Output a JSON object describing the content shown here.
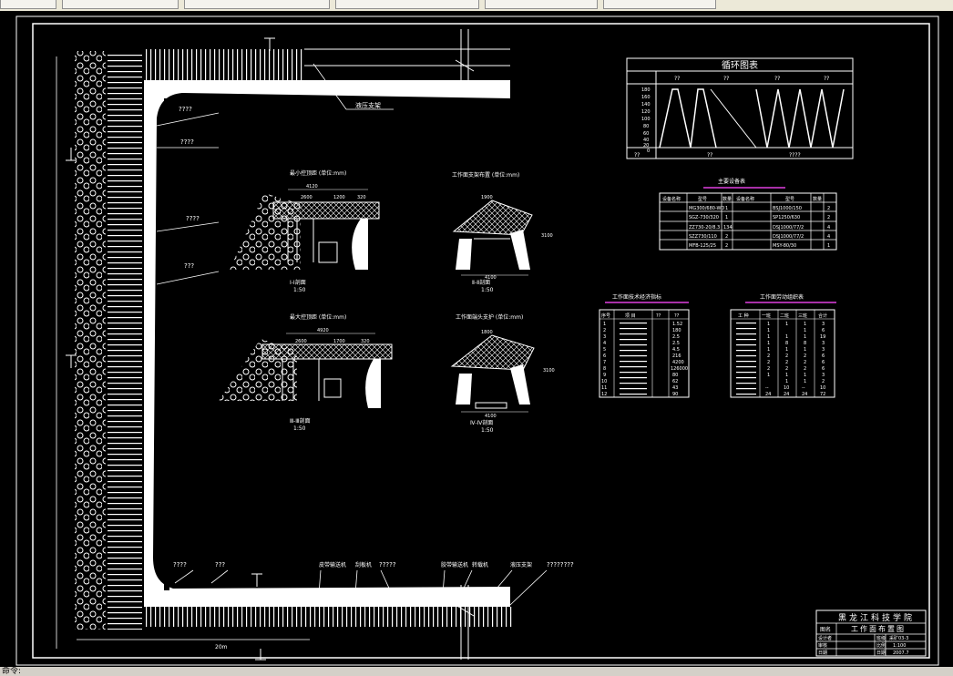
{
  "window": {
    "tabs": [
      "",
      "",
      "",
      "",
      "",
      ""
    ],
    "status_text": "命令:"
  },
  "drawing": {
    "left_labels": [
      "????",
      "????",
      "????",
      "???"
    ],
    "bottom_labels": [
      "????",
      "???",
      "皮带输送机",
      "刮板机",
      "?????",
      "胶带输送机",
      "转载机",
      "液压支架",
      "????????"
    ],
    "top_right_label": "液压支架",
    "bottom_dim": "20m",
    "sections": [
      {
        "title": "最小控顶距  (单位:mm)",
        "dims": [
          "4120",
          "2600",
          "1200",
          "320"
        ],
        "caption": "Ⅰ-Ⅰ剖面",
        "scale": "1:50"
      },
      {
        "title": "工作面支架布置 (单位:mm)",
        "dims": [
          "4100",
          "1900",
          "3100"
        ],
        "caption": "Ⅱ-Ⅱ剖面",
        "scale": "1:50"
      },
      {
        "title": "最大控顶距  (单位:mm)",
        "dims": [
          "4920",
          "2600",
          "1700",
          "320"
        ],
        "caption": "Ⅲ-Ⅲ剖面",
        "scale": "1:50"
      },
      {
        "title": "工作面端头支护 (单位:mm)",
        "dims": [
          "4100",
          "1800",
          "3100"
        ],
        "caption": "Ⅳ-Ⅳ剖面",
        "scale": "1:50"
      }
    ],
    "cycle_chart": {
      "title": "循环图表",
      "headers": [
        "??",
        "??",
        "??",
        "??"
      ],
      "y_ticks": [
        "180",
        "160",
        "140",
        "120",
        "100",
        "80",
        "60",
        "40",
        "20",
        "0"
      ],
      "bottom": [
        "??",
        "??",
        "????"
      ]
    },
    "equipment_table": {
      "title": "主要设备表",
      "headers": [
        "设备名称",
        "型号",
        "数量",
        "设备名称",
        "型号",
        "数量"
      ],
      "rows": [
        [
          "",
          "MG300/680-WD",
          "1",
          "",
          "BSJ1000/150",
          "2"
        ],
        [
          "",
          "SGZ-730/320",
          "1",
          "",
          "SP1250/630",
          "2"
        ],
        [
          "",
          "ZZ730-20/8.3",
          "134",
          "",
          "DSJ1000/77/2",
          "4"
        ],
        [
          "",
          "SZZ730/110",
          "2",
          "",
          "DSJ1000/77/2",
          "4"
        ],
        [
          "",
          "MFB-125/25",
          "2",
          "",
          "MSY-80/30",
          "1"
        ]
      ]
    },
    "tech_table": {
      "title": "工作面技术经济指标",
      "headers": [
        "序号",
        "项  目",
        "??",
        "??"
      ],
      "rows": [
        [
          "1",
          "",
          "",
          "1.52"
        ],
        [
          "2",
          "",
          "",
          "180"
        ],
        [
          "3",
          "",
          "",
          "2.5"
        ],
        [
          "4",
          "",
          "",
          "2.5"
        ],
        [
          "5",
          "",
          "",
          "4.5"
        ],
        [
          "6",
          "",
          "",
          "216"
        ],
        [
          "7",
          "",
          "",
          "4200"
        ],
        [
          "8",
          "",
          "",
          "126000"
        ],
        [
          "9",
          "",
          "",
          "80"
        ],
        [
          "10",
          "",
          "",
          "62"
        ],
        [
          "11",
          "",
          "",
          "43"
        ],
        [
          "12",
          "",
          "",
          "90"
        ]
      ]
    },
    "labor_table": {
      "title": "工作面劳动组织表",
      "headers": [
        "工 种",
        "一班",
        "二班",
        "三班",
        "合计"
      ],
      "rows": [
        [
          "",
          "1",
          "1",
          "1",
          "3"
        ],
        [
          "",
          "1",
          "",
          "1",
          "6"
        ],
        [
          "",
          "1",
          "1",
          "1",
          "19"
        ],
        [
          "",
          "1",
          "8",
          "8",
          "3"
        ],
        [
          "",
          "1",
          "1",
          "1",
          "3"
        ],
        [
          "",
          "2",
          "2",
          "2",
          "6"
        ],
        [
          "",
          "2",
          "2",
          "2",
          "6"
        ],
        [
          "",
          "2",
          "2",
          "2",
          "6"
        ],
        [
          "",
          "1",
          "1",
          "1",
          "3"
        ],
        [
          "",
          "",
          "1",
          "1",
          "2"
        ],
        [
          "",
          "--",
          "10",
          "--",
          "10"
        ],
        [
          "",
          "24",
          "24",
          "24",
          "72"
        ]
      ]
    },
    "title_block": {
      "school": "黑龙江科技学院",
      "name_label": "图名",
      "drawing_name": "工作面布置图",
      "labels": [
        "设计者",
        "审核",
        "日期"
      ],
      "values": [
        "采矿03-3",
        "1:100",
        "2007.7"
      ],
      "code_labels": [
        "班级",
        "比例",
        "日期"
      ]
    }
  }
}
